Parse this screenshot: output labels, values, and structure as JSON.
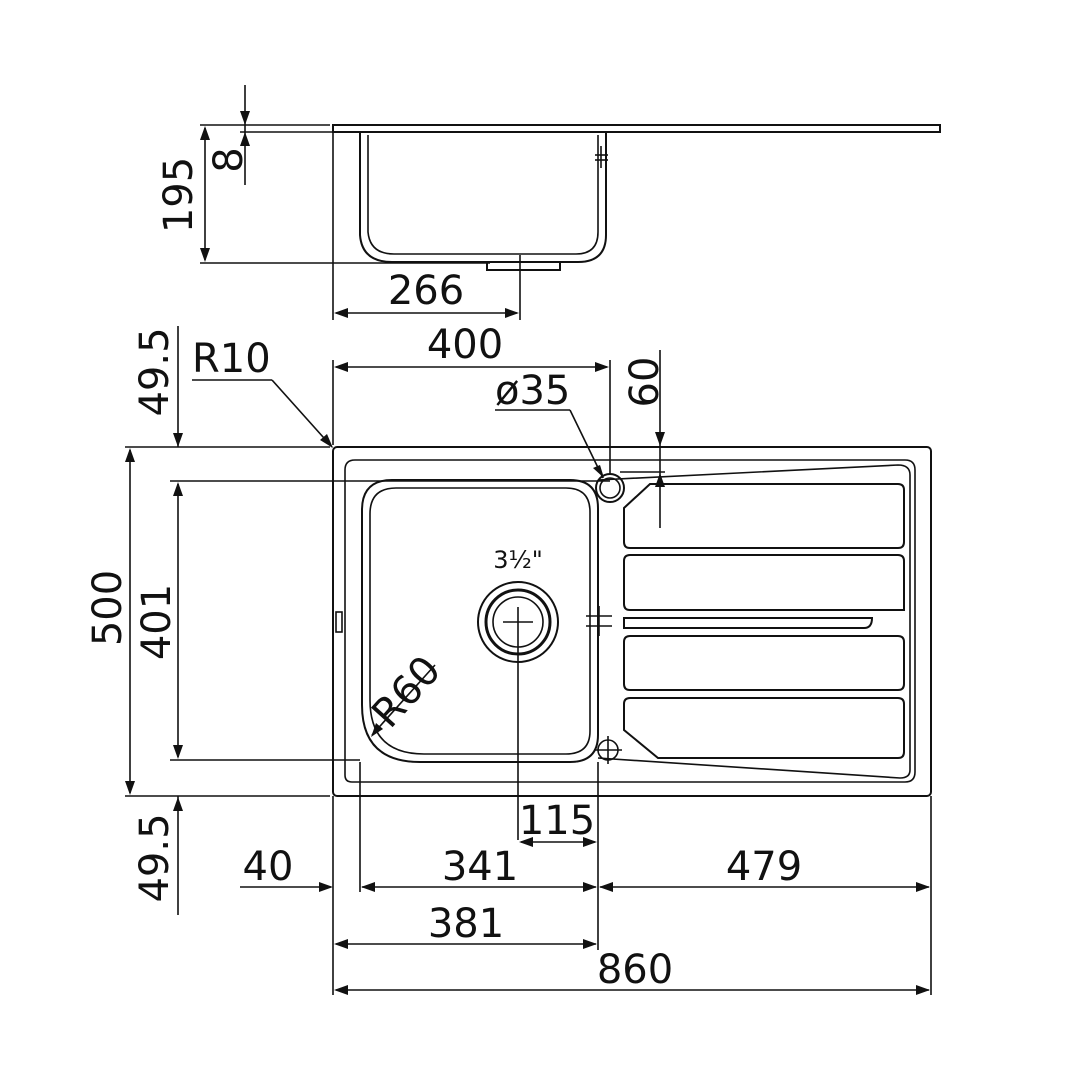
{
  "drawing": {
    "colors": {
      "line": "#111111",
      "background": "#ffffff"
    },
    "dimensions": {
      "overall_width": "860",
      "overall_height": "500",
      "bowl_inner_height": "401",
      "top_margin": "49.5",
      "bottom_margin": "49.5",
      "left_margin": "40",
      "bowl_width": "341",
      "bowl_total_width": "381",
      "drainer_width": "479",
      "drain_offset": "115",
      "bowl_top_width": "400",
      "tap_hole_offset": "60",
      "bowl_depth": "195",
      "rim_thickness": "8",
      "drain_position_section": "266"
    },
    "labels": {
      "corner_radius": "R10",
      "bowl_radius": "R60",
      "tap_hole_diameter": "ø35",
      "drain_size": "3½\""
    }
  }
}
